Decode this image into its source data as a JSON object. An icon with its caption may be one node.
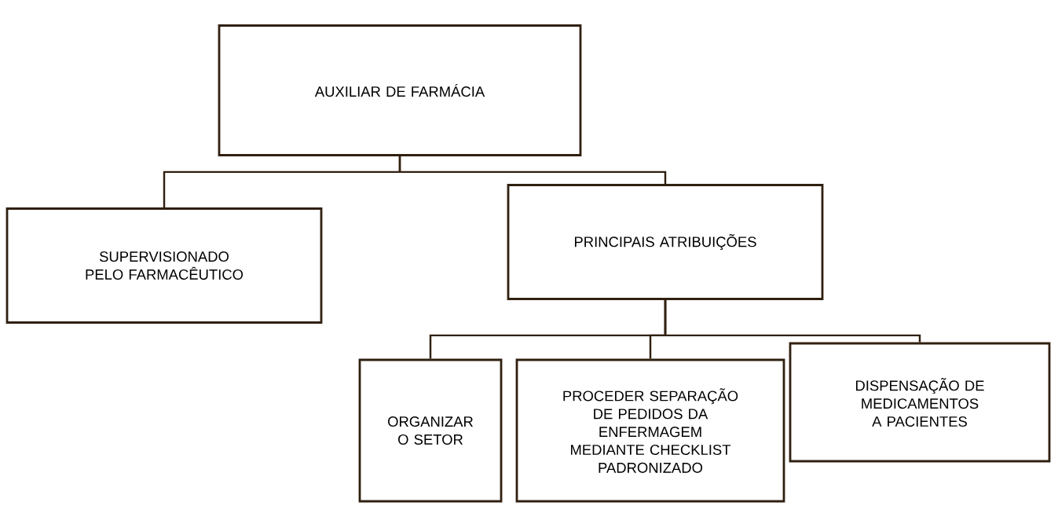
{
  "diagram": {
    "nodes": [
      {
        "text": [
          "AUXILIAR DE FARMÁCIA"
        ]
      },
      {
        "text": [
          "SUPERVISIONADO PELO FARMACÊUTICO"
        ]
      },
      {
        "text": [
          "PRINCIPAIS ATRIBUIÇÕES"
        ]
      },
      {
        "text": [
          "ORGANIZAR O SETOR"
        ]
      },
      {
        "text": [
          "PROCEDER SEPARAÇÃO DE PEDIDOS DA ENFERMAGEM MEDIANTE CHECKLIST PADRONIZADO"
        ]
      },
      {
        "text": [
          "DISPENSAÇÃO DE MEDICAMENTOS A PACIENTES"
        ]
      }
    ],
    "edges": [
      {
        "from": 0,
        "to": 1,
        "arrow": "none"
      },
      {
        "from": 0,
        "to": 2,
        "arrow": "none"
      },
      {
        "from": 2,
        "to": 3,
        "arrow": "none"
      },
      {
        "from": 2,
        "to": 4,
        "arrow": "none"
      },
      {
        "from": 2,
        "to": 5,
        "arrow": "none"
      }
    ]
  }
}
